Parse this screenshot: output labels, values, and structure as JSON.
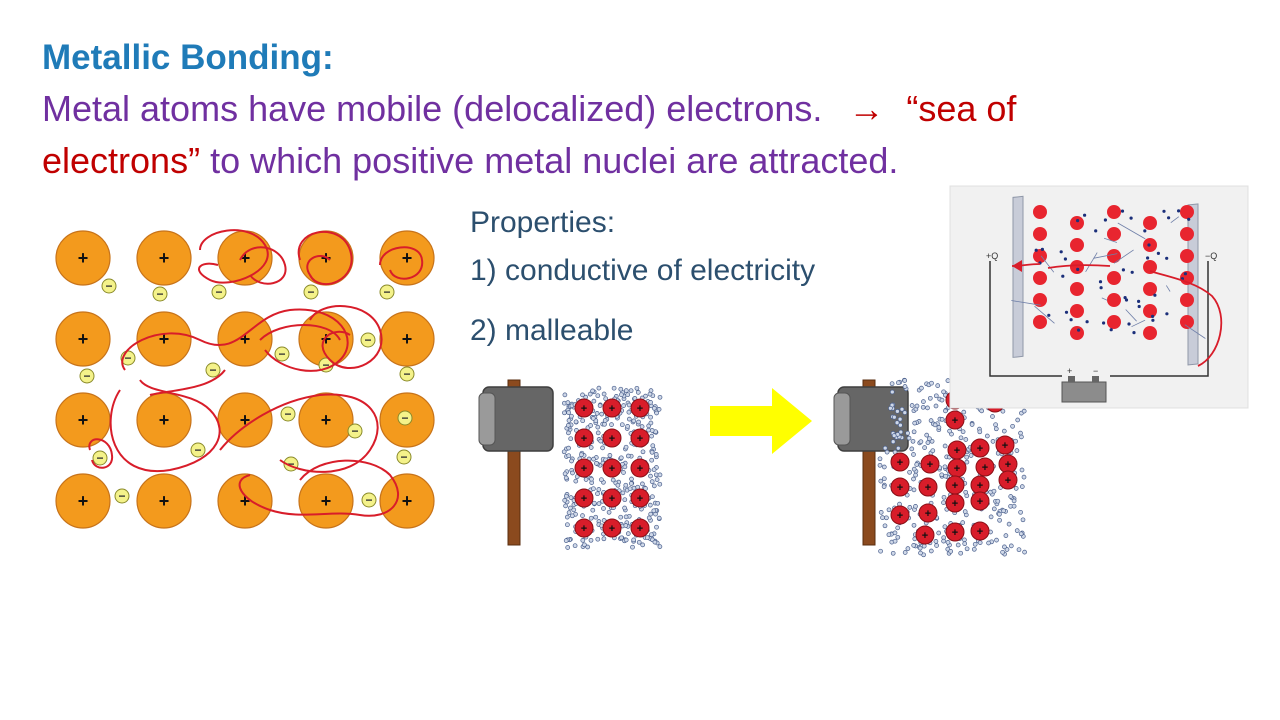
{
  "slide": {
    "title": "Metallic Bonding:",
    "statement_purple_1": "Metal atoms have mobile (delocalized)  electrons.",
    "arrow_symbol": "→",
    "statement_red_1": "“sea of",
    "statement_red_2": "electrons”",
    "statement_purple_2": "to which positive metal nuclei are attracted."
  },
  "properties": {
    "heading": "Properties:",
    "items": [
      "1) conductive of electricity",
      "2) malleable"
    ]
  },
  "lattice": {
    "cation_symbol": "+",
    "electron_symbol": "−",
    "cation_color": "#f39a1d",
    "electron_color": "#f4f28a",
    "annotation_color": "#d81d2a"
  },
  "conductivity_diagram": {
    "left_plate_label": "+Q",
    "right_plate_label": "−Q",
    "battery_plus": "+",
    "battery_minus": "−"
  },
  "colors": {
    "title": "#1f7bb8",
    "purple": "#7030a0",
    "red": "#c00000",
    "properties_text": "#2c4f6e",
    "hammer_arrow": "#ffff00"
  }
}
